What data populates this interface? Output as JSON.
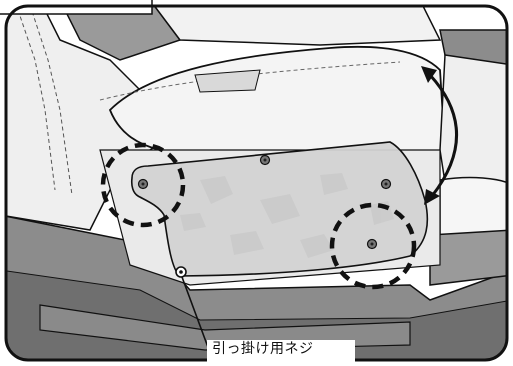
{
  "callout": {
    "label": "引っ掛け用ネジ"
  },
  "colors": {
    "panel_fill": "#d3d3d3",
    "seat_dark": "#8c8c8c",
    "seat_light": "#ececec",
    "outline": "#111111"
  },
  "icons": {
    "rotation_arrow": "double-headed-curved-arrow",
    "highlight": "dashed-circle"
  }
}
